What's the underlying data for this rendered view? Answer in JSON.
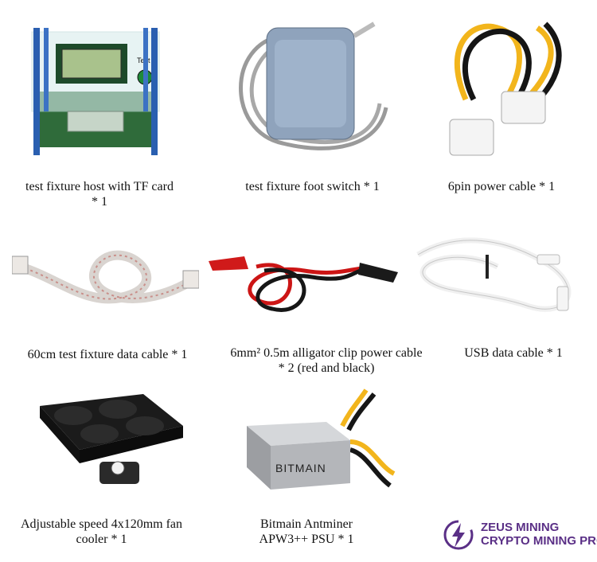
{
  "items": [
    {
      "caption": "test fixture host with TF card * 1",
      "icon": "test-fixture-host-photo"
    },
    {
      "caption": "test fixture foot switch * 1",
      "icon": "foot-switch-photo"
    },
    {
      "caption": "6pin power cable * 1",
      "icon": "6pin-power-cable-photo"
    },
    {
      "caption": "60cm test fixture data cable  * 1",
      "icon": "ribbon-data-cable-photo"
    },
    {
      "caption": "6mm² 0.5m alligator clip power cable * 2 (red and black)",
      "icon": "alligator-clip-cable-photo"
    },
    {
      "caption": "USB data cable * 1",
      "icon": "usb-cable-photo"
    },
    {
      "caption": "Adjustable speed 4x120mm fan cooler * 1",
      "icon": "fan-cooler-photo"
    },
    {
      "caption": "Bitmain Antminer APW3++ PSU * 1",
      "icon": "psu-photo"
    }
  ],
  "logo": {
    "line1": "ZEUS MINING",
    "line2": "CRYPTO MINING PRO",
    "psu_brand": "BITMAIN",
    "tester_label": "Test",
    "color": "#5a2f86"
  }
}
